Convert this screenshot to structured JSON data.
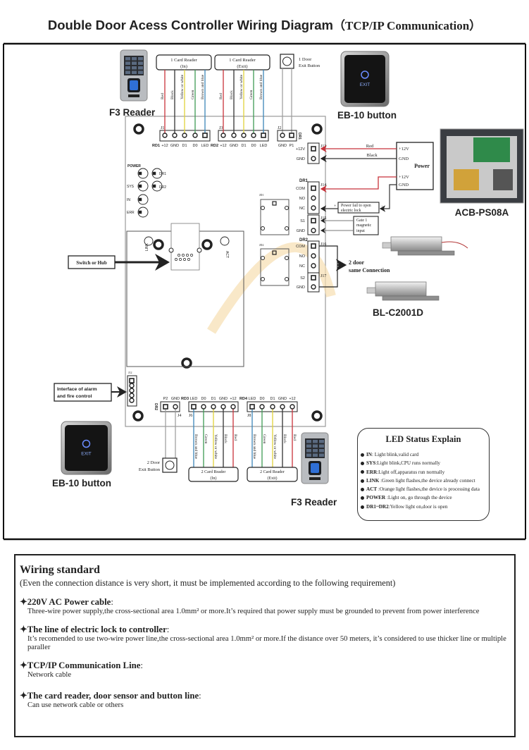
{
  "title": {
    "main": "Double Door Acess Controller Wiring Diagram",
    "sub": "（TCP/IP  Communication）"
  },
  "colors": {
    "red": "#c8323a",
    "black": "#333333",
    "yellow": "#e0d23a",
    "green": "#3f9a55",
    "blue": "#3b86b8",
    "board_border": "#9a9a9a"
  },
  "devices": {
    "f3_reader_top": "F3 Reader",
    "eb10_top": "EB-10 button",
    "acb": "ACB-PS08A",
    "lock": "BL-C2001D",
    "eb10_bottom": "EB-10 button",
    "f3_reader_bottom": "F3 Reader",
    "exit_logo": "EXIT"
  },
  "top": {
    "reader_in": [
      "1 Card Reader",
      "(In)"
    ],
    "reader_exit": [
      "1 Card Reader",
      "(Exit)"
    ],
    "exit_button": [
      "1 Door",
      "Exit Button"
    ],
    "wire_labels": [
      "Red",
      "Black",
      "Yellow or white",
      "Green",
      "Brown and blue"
    ],
    "rd1": {
      "name": "RD1",
      "conn": "J1",
      "pins": [
        "+12",
        "GND",
        "D1",
        "D0",
        "LED"
      ]
    },
    "rd2": {
      "name": "RD2",
      "conn": "J3",
      "pins": [
        "+12",
        "GND",
        "D1",
        "D0",
        "LED"
      ]
    },
    "j2": {
      "conn": "J2",
      "side": "DR1",
      "pins": [
        "GND",
        "P1"
      ]
    }
  },
  "leds": [
    "POWER",
    "DR1",
    "SYS",
    "DR2",
    "IN",
    "ERR",
    "LINK",
    "ACT"
  ],
  "right": {
    "j13": {
      "conn": "J13",
      "pins": [
        "+12V",
        "GND"
      ]
    },
    "j14": {
      "group": "DR1",
      "conn": "J14",
      "pins": [
        "COM",
        "NO",
        "NC"
      ]
    },
    "j15": {
      "conn": "J15",
      "pins": [
        "S1",
        "GND"
      ]
    },
    "j16": {
      "group": "DR2",
      "conn": "J16",
      "pins": [
        "COM",
        "NO",
        "NC"
      ]
    },
    "j17": {
      "conn": "J17",
      "pins": [
        "S2",
        "GND"
      ]
    },
    "relays": [
      "JD1",
      "JD2"
    ],
    "power": {
      "title": "Power",
      "pins": [
        "+12V",
        "GND",
        "+12V",
        "GND"
      ],
      "wire_red": "Red",
      "wire_black": "Black"
    },
    "power_fail": [
      "Power fail to open",
      "electric lock"
    ],
    "plus": "+",
    "minus": "−",
    "gate": [
      "Gate 1",
      "magnetic",
      "input"
    ],
    "two_door": [
      "2 door",
      "same Connection"
    ]
  },
  "left": {
    "switch_hub": "Switch or Hub",
    "interface": [
      "Interface of alarm",
      "and fire control"
    ],
    "j12": "J12"
  },
  "bottom": {
    "j4": {
      "conn": "J4",
      "side": "DR2",
      "pins": [
        "P2",
        "GND"
      ]
    },
    "rd3": {
      "name": "RD3",
      "conn": "J6",
      "pins": [
        "LED",
        "D0",
        "D1",
        "GND",
        "+12"
      ]
    },
    "rd4": {
      "name": "RD4",
      "conn": "J8",
      "pins": [
        "LED",
        "D0",
        "D1",
        "GND",
        "+12"
      ]
    },
    "wire_labels": [
      "Brown and blue",
      "Green",
      "Yellow or white",
      "Black",
      "Red"
    ],
    "reader_in": [
      "2 Card Reader",
      "(In)"
    ],
    "reader_exit": [
      "2 Card Reader",
      "(Exit)"
    ],
    "exit_button": [
      "2 Door",
      "Exit Button"
    ]
  },
  "led_status": {
    "title": "LED Status Explain",
    "items": [
      {
        "key": "IN",
        "text": ": Light blink,valid card"
      },
      {
        "key": "SYS",
        "text": ":Light blink,CPU runs normally"
      },
      {
        "key": "ERR",
        "text": ":Light off,apparatus run normally"
      },
      {
        "key": "LINK",
        "text": " :Green light flashes,the device already connect"
      },
      {
        "key": "ACT",
        "text": " :Orange light flashes,the device is processing data"
      },
      {
        "key": "POWER",
        "text": " :Light on, go through the device"
      },
      {
        "key": "DR1~DR2",
        "text": ":Yellow light on,door is open"
      }
    ]
  },
  "wiring": {
    "title": "Wiring standard",
    "subtitle": "(Even the connection distance  is very short, it must be implemented  according to the following requirement)",
    "sections": [
      {
        "heading": "220V AC Power cable",
        "body": "Three-wire power supply,the cross-sectional area 1.0mm² or more.It’s required that power supply must be grounded to prevent from power interference"
      },
      {
        "heading": "The line of electric lock to controller",
        "body": "It’s recomended to use two-wire power line,the cross-sectional area 1.0mm²  or more.If the distance over 50 meters, it’s considered to use  thicker line or multiple paraller"
      },
      {
        "heading": "TCP/IP  Communication Line",
        "body": "Network cable"
      },
      {
        "heading": "The card reader, door sensor and button line",
        "body": "Can use network cable or others"
      }
    ]
  }
}
